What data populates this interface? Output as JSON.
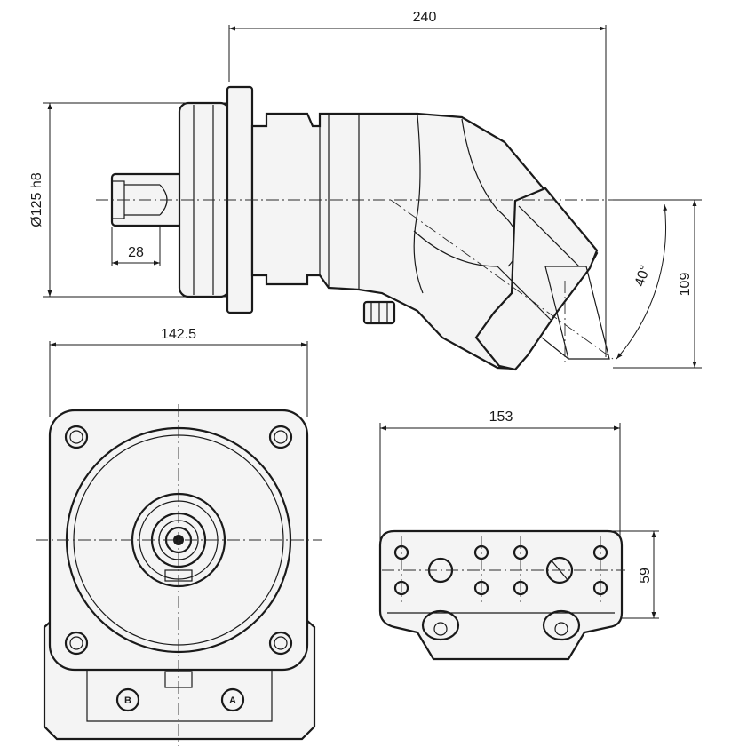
{
  "dimensions": {
    "overall_length": "240",
    "flange_diameter": "Ø125 h8",
    "shaft_length": "28",
    "tilt_angle": "40°",
    "port_offset": "109",
    "flange_width": "142.5",
    "port_plate_width": "153",
    "port_plate_height": "59"
  },
  "ports": {
    "port_b": "B",
    "port_a": "A"
  },
  "colors": {
    "outline": "#1a1a1a",
    "body_fill": "#f4f4f4",
    "background": "#ffffff"
  }
}
